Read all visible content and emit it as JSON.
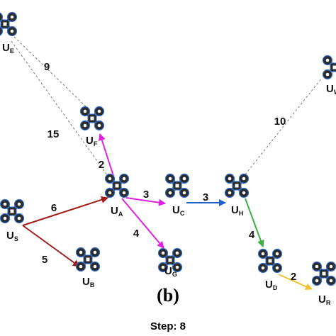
{
  "nodes": [
    {
      "id": "E",
      "main": "U",
      "sub": "E"
    },
    {
      "id": "F",
      "main": "U",
      "sub": "F"
    },
    {
      "id": "S",
      "main": "U",
      "sub": "S"
    },
    {
      "id": "A",
      "main": "U",
      "sub": "A"
    },
    {
      "id": "B",
      "main": "U",
      "sub": "B"
    },
    {
      "id": "C",
      "main": "U",
      "sub": "C"
    },
    {
      "id": "G",
      "main": "U",
      "sub": "G"
    },
    {
      "id": "H",
      "main": "U",
      "sub": "H"
    },
    {
      "id": "W",
      "main": "U",
      "sub": "W"
    },
    {
      "id": "D",
      "main": "U",
      "sub": "D"
    },
    {
      "id": "R",
      "main": "U",
      "sub": "R"
    }
  ],
  "edges": [
    {
      "from": "E",
      "to": "F",
      "weight": "9",
      "style": "dashed",
      "color": "#7a7a7a",
      "arrow": false
    },
    {
      "from": "E",
      "to": "A",
      "weight": "15",
      "style": "dashed",
      "color": "#7a7a7a",
      "arrow": false
    },
    {
      "from": "H",
      "to": "W",
      "weight": "10",
      "style": "dashed",
      "color": "#7a7a7a",
      "arrow": false
    },
    {
      "from": "S",
      "to": "A",
      "weight": "6",
      "style": "solid",
      "color": "#a31a1a",
      "arrow": true
    },
    {
      "from": "S",
      "to": "B",
      "weight": "5",
      "style": "solid",
      "color": "#a31a1a",
      "arrow": true
    },
    {
      "from": "A",
      "to": "F",
      "weight": "2",
      "style": "solid",
      "color": "#e020e0",
      "arrow": true
    },
    {
      "from": "A",
      "to": "C",
      "weight": "3",
      "style": "solid",
      "color": "#e020e0",
      "arrow": true
    },
    {
      "from": "A",
      "to": "G",
      "weight": "4",
      "style": "solid",
      "color": "#e020e0",
      "arrow": true
    },
    {
      "from": "C",
      "to": "H",
      "weight": "3",
      "style": "solid",
      "color": "#1f5fd0",
      "arrow": true
    },
    {
      "from": "H",
      "to": "D",
      "weight": "4",
      "style": "solid",
      "color": "#3cb043",
      "arrow": true
    },
    {
      "from": "D",
      "to": "R",
      "weight": "2",
      "style": "solid",
      "color": "#f2c12e",
      "arrow": true
    }
  ],
  "colors": {
    "drone_body": "#2b2b2b",
    "drone_ring": "#2f6fd6",
    "drone_center": "#ffffff"
  },
  "caption": {
    "panel": "(b)",
    "step": "Step: 8"
  }
}
